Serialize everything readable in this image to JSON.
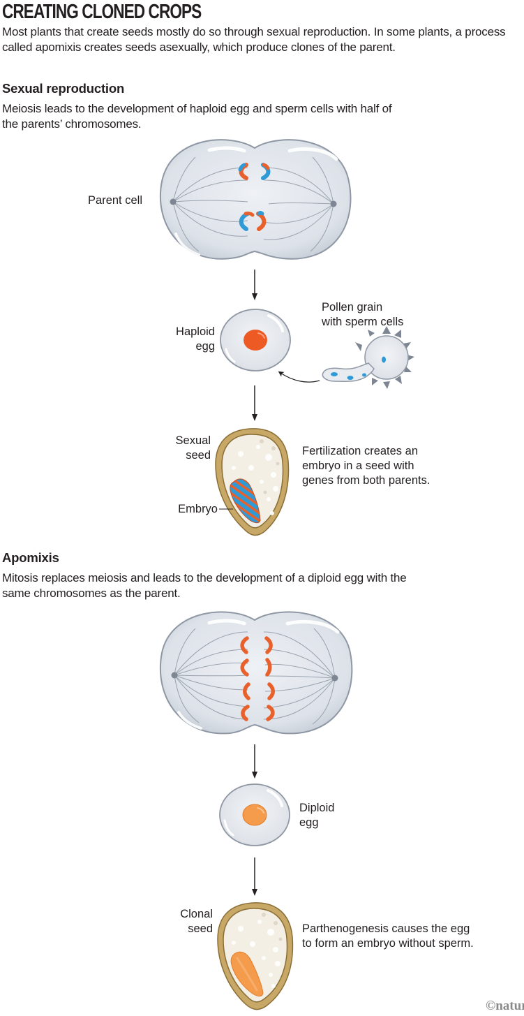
{
  "title": "CREATING CLONED CROPS",
  "intro": "Most plants that create seeds mostly do so through sexual reproduction. In some plants, a process called apomixis creates seeds asexually, which produce clones of the parent.",
  "colors": {
    "chromosome_maternal": "#e8612c",
    "chromosome_paternal": "#2f9ad6",
    "egg_nucleus_haploid": "#ee5a24",
    "egg_nucleus_diploid": "#f59b4c",
    "seed_coat": "#c8a867",
    "seed_interior": "#f3efe4",
    "cell_fill": "#e4e8ee",
    "text": "#231f20"
  },
  "sexual": {
    "heading": "Sexual reproduction",
    "description": "Meiosis leads to the development of haploid egg and sperm cells with half of the parents’ chromosomes.",
    "parent_cell_label": "Parent cell",
    "egg_label_line1": "Haploid",
    "egg_label_line2": "egg",
    "pollen_label_line1": "Pollen grain",
    "pollen_label_line2": "with sperm cells",
    "seed_label_line1": "Sexual",
    "seed_label_line2": "seed",
    "embryo_label": "Embryo",
    "seed_caption": "Fertilization creates an embryo in a seed with genes from both parents."
  },
  "apomixis": {
    "heading": "Apomixis",
    "description": "Mitosis replaces meiosis and leads to the development of a diploid egg with the same chromosomes as the parent.",
    "egg_label_line1": "Diploid",
    "egg_label_line2": "egg",
    "seed_label_line1": "Clonal",
    "seed_label_line2": "seed",
    "seed_caption": "Parthenogenesis causes the egg to form an embryo without sperm."
  },
  "credit": "©natur"
}
